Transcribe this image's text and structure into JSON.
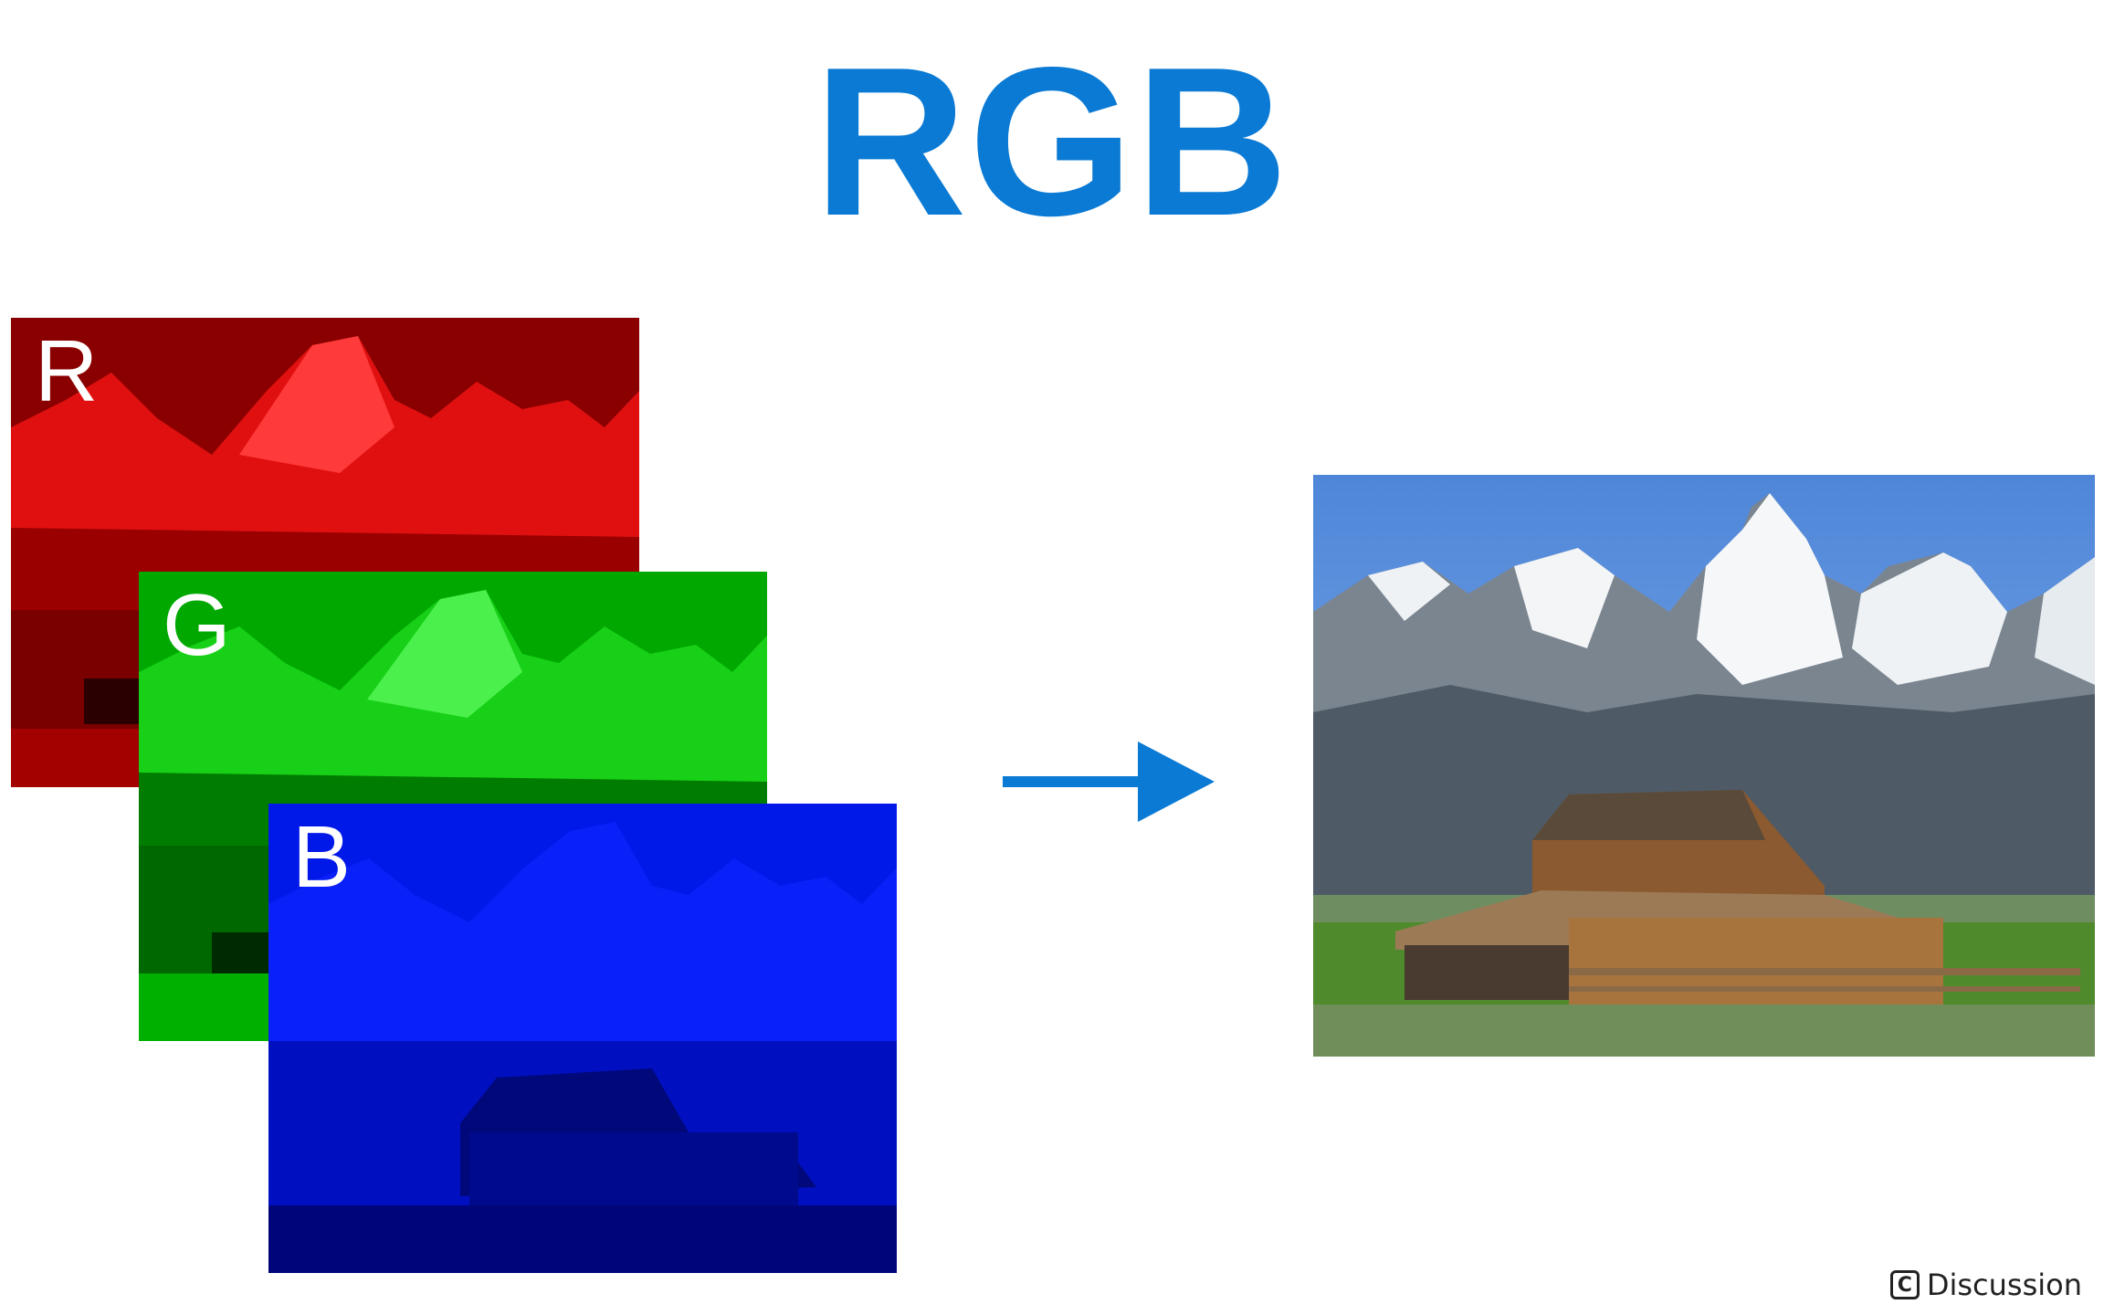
{
  "title": "RGB",
  "channels": [
    {
      "letter": "R",
      "color": "#e00000"
    },
    {
      "letter": "G",
      "color": "#00b000"
    },
    {
      "letter": "B",
      "color": "#0000ff"
    }
  ],
  "colors": {
    "title": "#0a7ad4",
    "arrow": "#0a7ad4"
  },
  "icons": [
    "right-arrow-icon",
    "copyright-icon"
  ],
  "footer": {
    "icon_glyph": "C",
    "label": "Discussion"
  }
}
